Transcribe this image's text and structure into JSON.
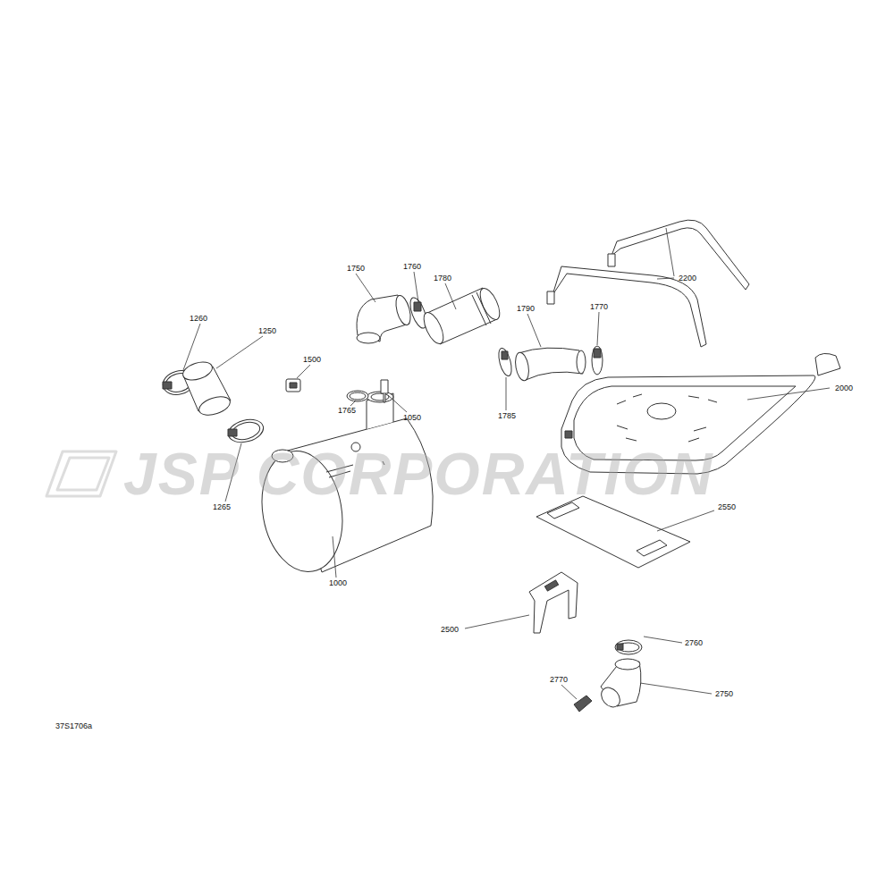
{
  "diagram": {
    "labels": [
      "1750",
      "1760",
      "1780",
      "1790",
      "1770",
      "2200",
      "1260",
      "1250",
      "1500",
      "1765",
      "1050",
      "1785",
      "2000",
      "2550",
      "1265",
      "1000",
      "2500",
      "2760",
      "2770",
      "2750",
      "37S1706a",
      "JSP CORPORATION"
    ]
  }
}
